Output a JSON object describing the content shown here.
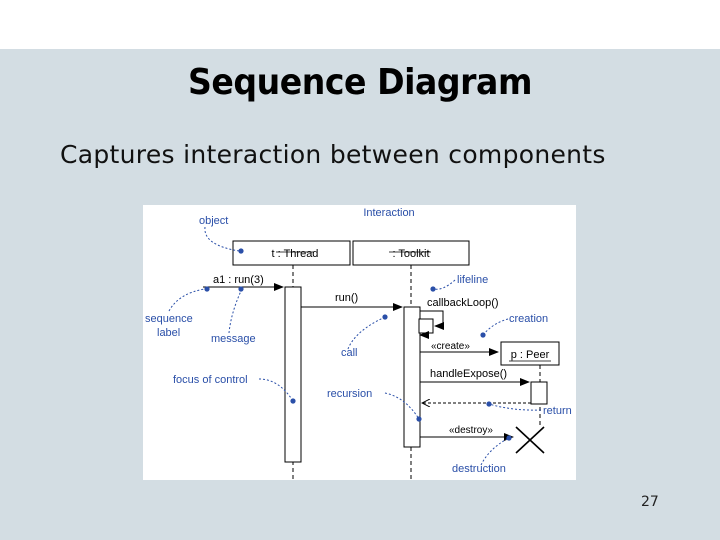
{
  "slide": {
    "title": "Sequence Diagram",
    "subtitle": "Captures interaction between components",
    "page_number": "27"
  },
  "diagram": {
    "heading": "Interaction",
    "objects": [
      "t : Thread",
      ": Toolkit"
    ],
    "created_object": "p : Peer",
    "messages": {
      "sequence_message": "a1 : run(3)",
      "run": "run()",
      "callback": "callbackLoop()",
      "create": "«create»",
      "handle_expose": "handleExpose()",
      "destroy": "«destroy»"
    },
    "labels": {
      "object": "object",
      "lifeline": "lifeline",
      "creation": "creation",
      "sequence_label_line1": "sequence",
      "sequence_label_line2": "label",
      "message": "message",
      "call": "call",
      "focus_of_control": "focus of control",
      "recursion": "recursion",
      "return": "return",
      "destruction": "destruction"
    },
    "colors": {
      "annotation": "#2a4fa8",
      "line": "#000000"
    }
  }
}
